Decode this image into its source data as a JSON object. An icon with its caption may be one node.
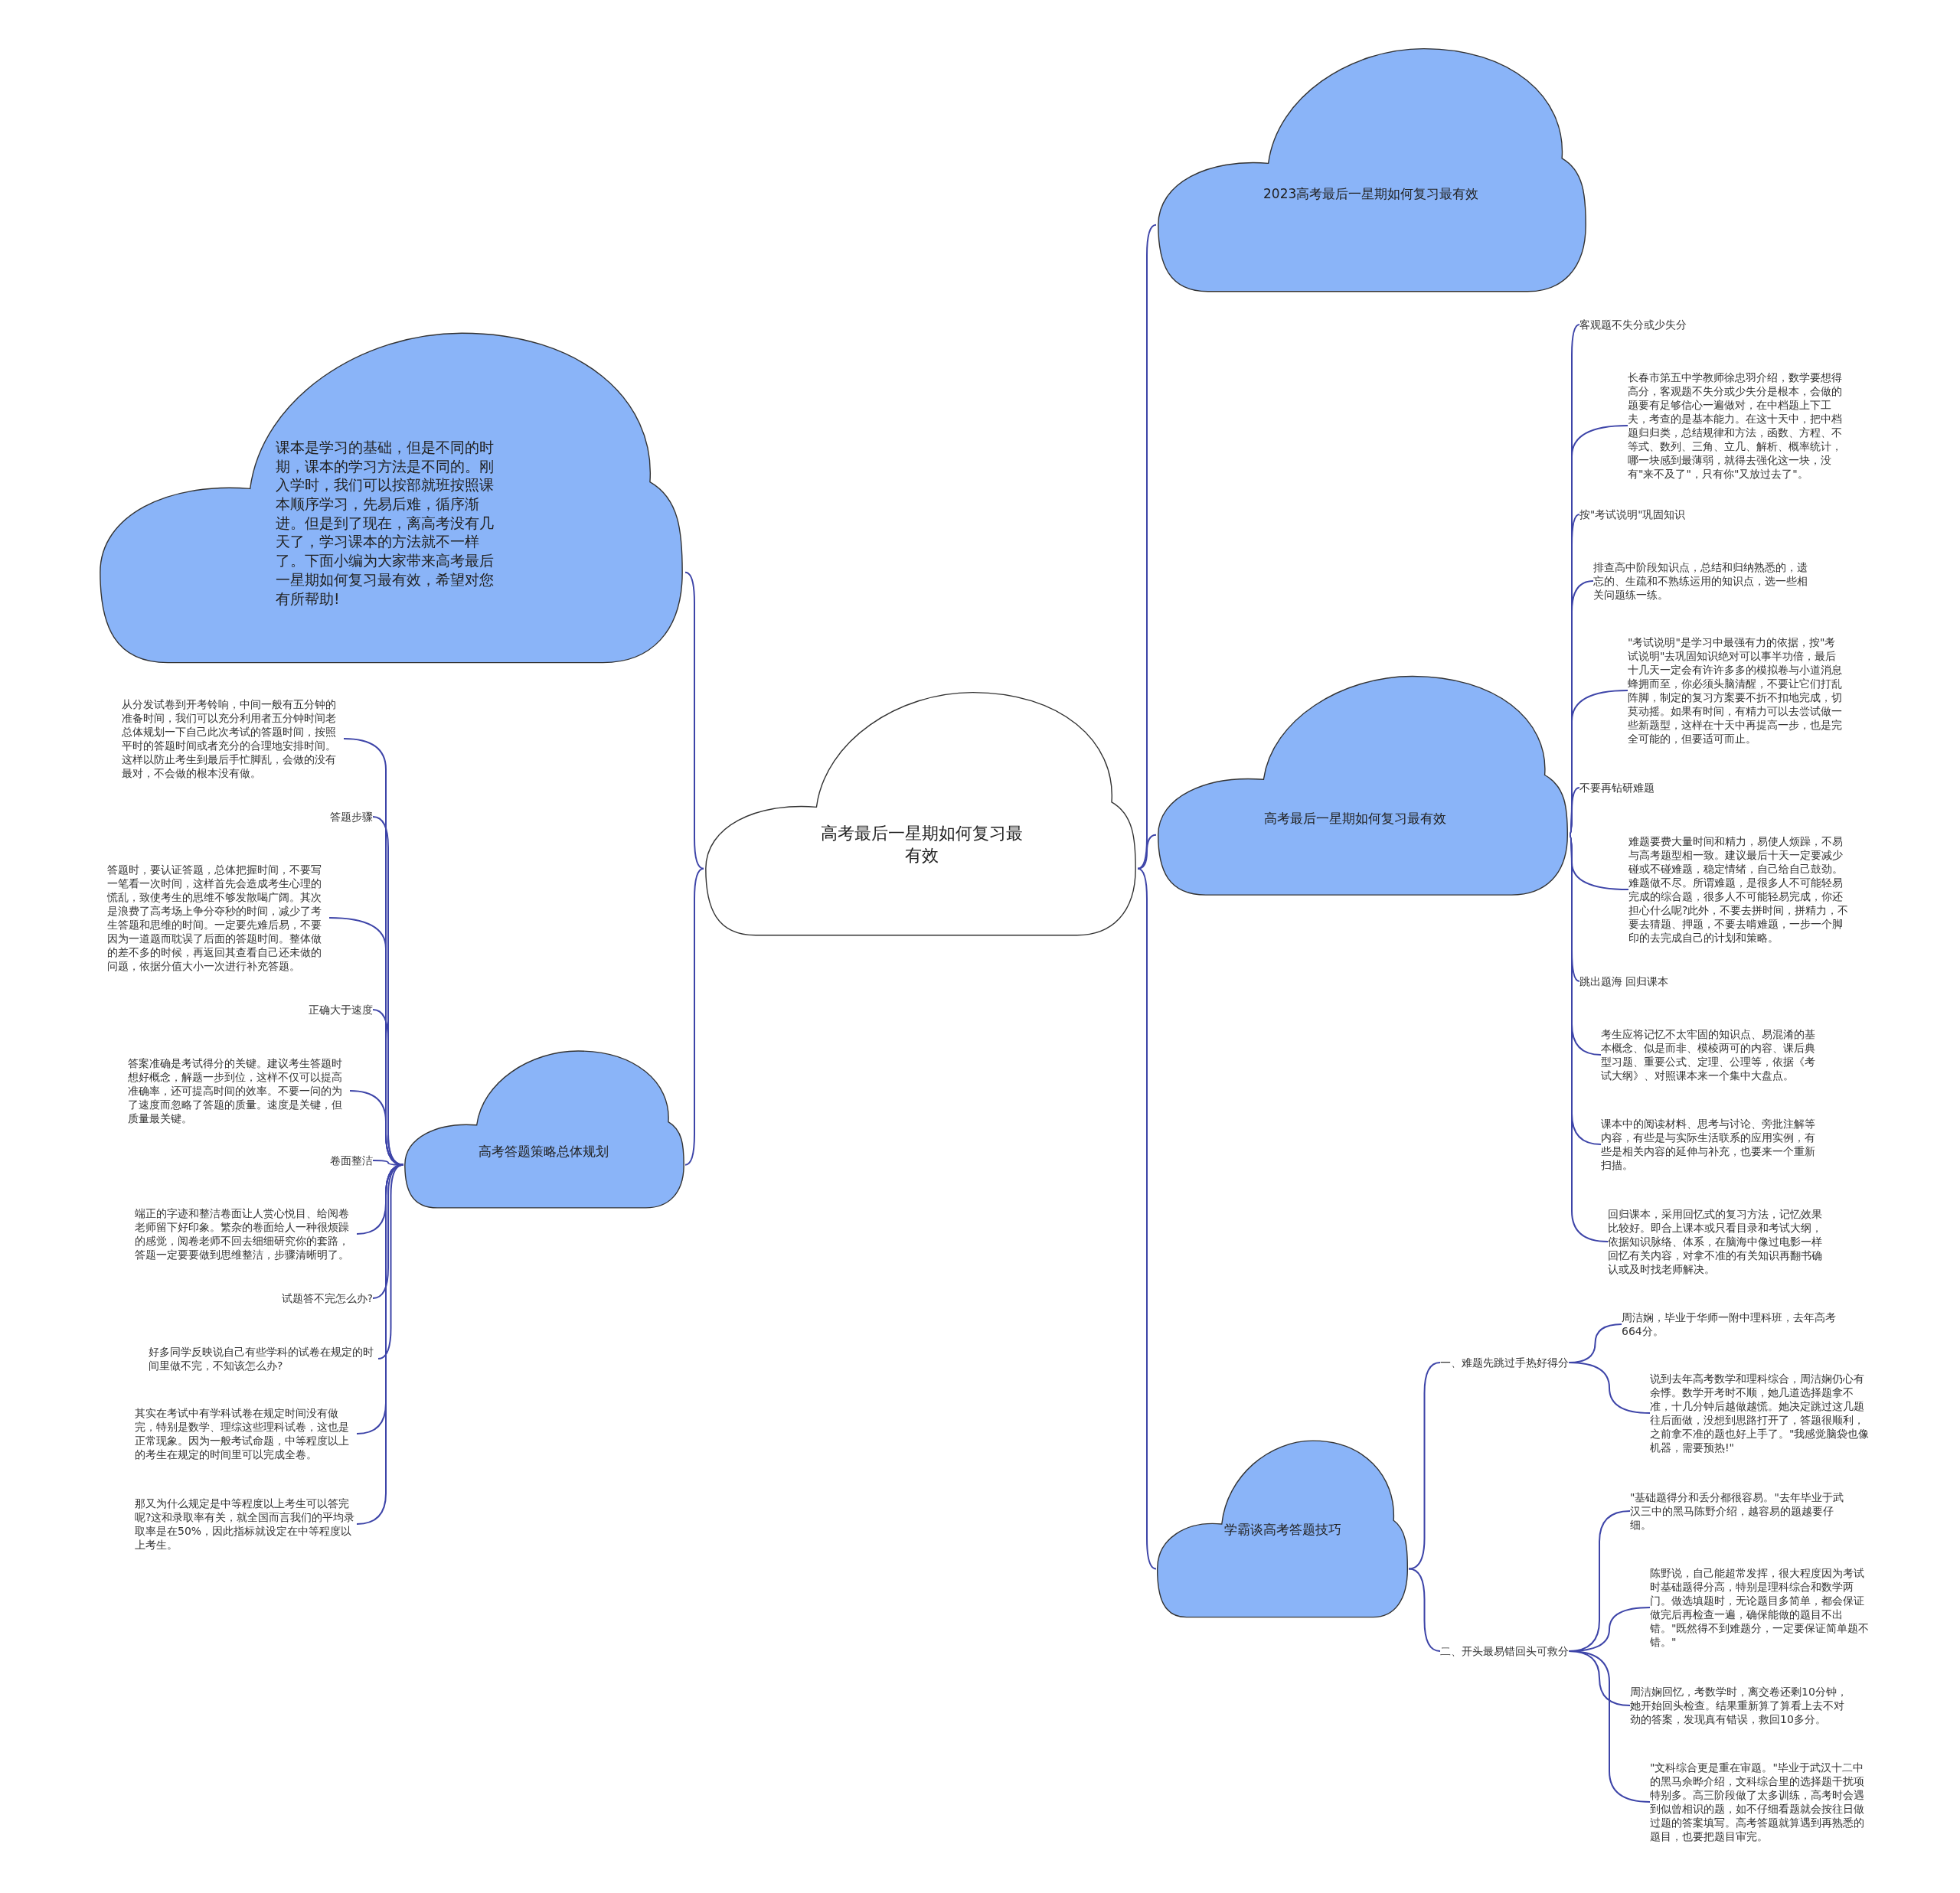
{
  "diagram": {
    "nodes": [
      {
        "text": [
          "高考最后一星期如何复习最有效"
        ]
      },
      {
        "text": [
          "课本是学习的基础，但是不同的时期，课本的学习方法是不同的。刚入学时，我们可以按部就班按照课本顺序学习，先易后难，循序渐进。但是到了现在，离高考没有几天了，学习课本的方法就不一样了。下面小编为大家带来高考最后一星期如何复习最有效，希望对您有所帮助!"
        ]
      },
      {
        "text": [
          "高考答题策略总体规划"
        ]
      },
      {
        "text": [
          "从分发试卷到开考铃响，中间一般有五分钟的准备时间，我们可以充分利用者五分钟时间老总体规划一下自己此次考试的答题时间，按照平时的答题时间或者充分的合理地安排时间。这样以防止考生到最后手忙脚乱，会做的没有最对，不会做的根本没有做。"
        ]
      },
      {
        "text": [
          "答题步骤"
        ]
      },
      {
        "text": [
          "答题时，要认证答题，总体把握时间，不要写一笔看一次时间，这样首先会造成考生心理的慌乱，致使考生的思维不够发散喝广阔。其次是浪费了高考场上争分夺秒的时间，减少了考生答题和思维的时间。一定要先难后易，不要因为一道题而耽误了后面的答题时间。整体做的差不多的时候，再返回其查看自己还未做的问题，依据分值大小一次进行补充答题。"
        ]
      },
      {
        "text": [
          "正确大于速度"
        ]
      },
      {
        "text": [
          "答案准确是考试得分的关键。建议考生答题时想好概念，解题一步到位，这样不仅可以提高准确率，还可提高时间的效率。不要一问的为了速度而忽略了答题的质量。速度是关键，但质量最关键。"
        ]
      },
      {
        "text": [
          "卷面整洁"
        ]
      },
      {
        "text": [
          "端正的字迹和整洁卷面让人赏心悦目、给阅卷老师留下好印象。繁杂的卷面给人一种很烦躁的感觉，阅卷老师不回去细细研究你的套路，答题一定要要做到思维整洁，步骤清晰明了。"
        ]
      },
      {
        "text": [
          "试题答不完怎么办?"
        ]
      },
      {
        "text": [
          "好多同学反映说自己有些学科的试卷在规定的时间里做不完，不知该怎么办?"
        ]
      },
      {
        "text": [
          "其实在考试中有学科试卷在规定时间没有做完，特别是数学、理综这些理科试卷，这也是正常现象。因为一般考试命题，中等程度以上的考生在规定的时间里可以完成全卷。"
        ]
      },
      {
        "text": [
          "那又为什么规定是中等程度以上考生可以答完呢?这和录取率有关，就全国而言我们的平均录取率是在50%，因此指标就设定在中等程度以上考生。"
        ]
      },
      {
        "text": [
          "2023高考最后一星期如何复习最有效"
        ]
      },
      {
        "text": [
          "高考最后一星期如何复习最有效"
        ]
      },
      {
        "text": [
          "客观题不失分或少失分"
        ]
      },
      {
        "text": [
          "长春市第五中学教师徐忠羽介绍，数学要想得高分，客观题不失分或少失分是根本，会做的题要有足够信心一遍做对，在中档题上下工夫，考查的是基本能力。在这十天中，把中档题归归类，总结规律和方法，函数、方程、不等式、数列、三角、立几、解析、概率统计，哪一块感到最薄弱，就得去强化这一块，没有\"来不及了\"，只有你\"又放过去了\"。"
        ]
      },
      {
        "text": [
          "按\"考试说明\"巩固知识"
        ]
      },
      {
        "text": [
          "排查高中阶段知识点，总结和归纳熟悉的，遗忘的、生疏和不熟练运用的知识点，选一些相关问题练一练。"
        ]
      },
      {
        "text": [
          "\"考试说明\"是学习中最强有力的依据，按\"考试说明\"去巩固知识绝对可以事半功倍，最后十几天一定会有许许多多的模拟卷与小道消息蜂拥而至，你必须头脑清醒，不要让它们打乱阵脚，制定的复习方案要不折不扣地完成，切莫动摇。如果有时间，有精力可以去尝试做一些新题型，这样在十天中再提高一步，也是完全可能的，但要适可而止。"
        ]
      },
      {
        "text": [
          "不要再钻研难题"
        ]
      },
      {
        "text": [
          "难题要费大量时间和精力，易使人烦躁，不易与高考题型相一致。建议最后十天一定要减少碰或不碰难题，稳定情绪，自己给自己鼓劲。难题做不尽。所谓难题，是很多人不可能轻易完成的综合题，很多人不可能轻易完成，你还担心什么呢?此外，不要去拼时间，拼精力，不要去猜题、押题，不要去啃难题，一步一个脚印的去完成自己的计划和策略。"
        ]
      },
      {
        "text": [
          "跳出题海 回归课本"
        ]
      },
      {
        "text": [
          "考生应将记忆不太牢固的知识点、易混淆的基本概念、似是而非、模棱两可的内容、课后典型习题、重要公式、定理、公理等，依据《考试大纲》、对照课本来一个集中大盘点。"
        ]
      },
      {
        "text": [
          "课本中的阅读材料、思考与讨论、旁批注解等内容，有些是与实际生活联系的应用实例，有些是相关内容的延伸与补充，也要来一个重新扫描。"
        ]
      },
      {
        "text": [
          "回归课本，采用回忆式的复习方法，记忆效果比较好。即合上课本或只看目录和考试大纲，依据知识脉络、体系，在脑海中像过电影一样回忆有关内容，对拿不准的有关知识再翻书确认或及时找老师解决。"
        ]
      },
      {
        "text": [
          "学霸谈高考答题技巧"
        ]
      },
      {
        "text": [
          "一、难题先跳过手热好得分"
        ]
      },
      {
        "text": [
          "周洁娴，毕业于华师一附中理科班，去年高考664分。"
        ]
      },
      {
        "text": [
          "说到去年高考数学和理科综合，周洁娴仍心有余悸。数学开考时不顺，她几道选择题拿不准，十几分钟后越做越慌。她决定跳过这几题往后面做，没想到思路打开了，答题很顺利，之前拿不准的题也好上手了。\"我感觉脑袋也像机器，需要预热!\""
        ]
      },
      {
        "text": [
          "二、开头最易错回头可救分"
        ]
      },
      {
        "text": [
          "\"基础题得分和丢分都很容易。\"去年毕业于武汉三中的黑马陈野介绍，越容易的题越要仔细。"
        ]
      },
      {
        "text": [
          "陈野说，自己能超常发挥，很大程度因为考试时基础题得分高，特别是理科综合和数学两门。做选填题时，无论题目多简单，都会保证做完后再检查一遍，确保能做的题目不出错。\"既然得不到难题分，一定要保证简单题不错。\""
        ]
      },
      {
        "text": [
          "周洁娴回忆，考数学时，离交卷还剩10分钟，她开始回头检查。结果重新算了算看上去不对劲的答案，发现真有错误，救回10多分。"
        ]
      },
      {
        "text": [
          "\"文科综合更是重在审题。\"毕业于武汉十二中的黑马佘晔介绍，文科综合里的选择题干扰项特别多。高三阶段做了太多训练，高考时会遇到似曾相识的题，如不仔细看题就会按往日做过题的答案填写。高考答题就算遇到再熟悉的题目，也要把题目审完。"
        ]
      }
    ],
    "edges": [
      {
        "from": 0,
        "to": 1,
        "arrow": "none"
      },
      {
        "from": 0,
        "to": 2,
        "arrow": "none"
      },
      {
        "from": 2,
        "to": 3,
        "arrow": "none"
      },
      {
        "from": 2,
        "to": 4,
        "arrow": "none"
      },
      {
        "from": 2,
        "to": 5,
        "arrow": "none"
      },
      {
        "from": 2,
        "to": 6,
        "arrow": "none"
      },
      {
        "from": 2,
        "to": 7,
        "arrow": "none"
      },
      {
        "from": 2,
        "to": 8,
        "arrow": "none"
      },
      {
        "from": 2,
        "to": 9,
        "arrow": "none"
      },
      {
        "from": 2,
        "to": 10,
        "arrow": "none"
      },
      {
        "from": 2,
        "to": 11,
        "arrow": "none"
      },
      {
        "from": 2,
        "to": 12,
        "arrow": "none"
      },
      {
        "from": 2,
        "to": 13,
        "arrow": "none"
      },
      {
        "from": 0,
        "to": 14,
        "arrow": "none"
      },
      {
        "from": 0,
        "to": 15,
        "arrow": "none"
      },
      {
        "from": 15,
        "to": 16,
        "arrow": "none"
      },
      {
        "from": 15,
        "to": 17,
        "arrow": "none"
      },
      {
        "from": 15,
        "to": 18,
        "arrow": "none"
      },
      {
        "from": 15,
        "to": 19,
        "arrow": "none"
      },
      {
        "from": 15,
        "to": 20,
        "arrow": "none"
      },
      {
        "from": 15,
        "to": 21,
        "arrow": "none"
      },
      {
        "from": 15,
        "to": 22,
        "arrow": "none"
      },
      {
        "from": 15,
        "to": 23,
        "arrow": "none"
      },
      {
        "from": 15,
        "to": 24,
        "arrow": "none"
      },
      {
        "from": 15,
        "to": 25,
        "arrow": "none"
      },
      {
        "from": 15,
        "to": 26,
        "arrow": "none"
      },
      {
        "from": 0,
        "to": 27,
        "arrow": "none"
      },
      {
        "from": 27,
        "to": 28,
        "arrow": "none"
      },
      {
        "from": 28,
        "to": 29,
        "arrow": "none"
      },
      {
        "from": 28,
        "to": 30,
        "arrow": "none"
      },
      {
        "from": 27,
        "to": 31,
        "arrow": "none"
      },
      {
        "from": 31,
        "to": 32,
        "arrow": "none"
      },
      {
        "from": 31,
        "to": 33,
        "arrow": "none"
      },
      {
        "from": 31,
        "to": 34,
        "arrow": "none"
      },
      {
        "from": 31,
        "to": 35,
        "arrow": "none"
      }
    ]
  }
}
